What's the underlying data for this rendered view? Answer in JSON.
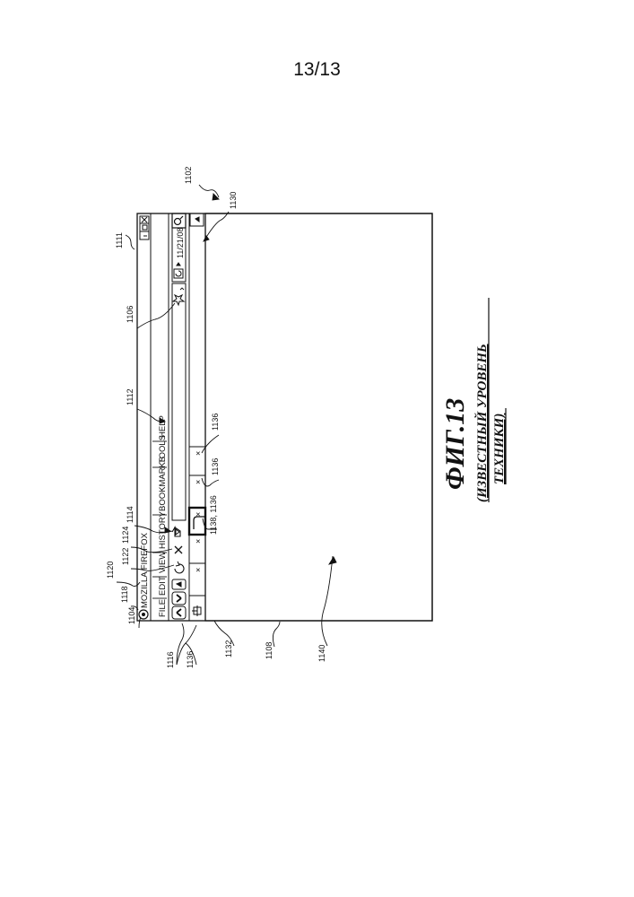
{
  "page_number": "13/13",
  "figure": {
    "caption_title": "ФИГ.13",
    "caption_sub1": "(ИЗВЕСТНЫЙ УРОВЕНЬ",
    "caption_sub2": "ТЕХНИКИ)"
  },
  "browser": {
    "title": "MOZILLA FIREFOX",
    "window_controls": {
      "minimize": "_",
      "maximize": "□",
      "close": "×"
    },
    "menus": [
      "FILE",
      "EDIT",
      "VIEW",
      "HISTORY",
      "BOOKMARKS",
      "TOOLS",
      "HELP"
    ],
    "search_text": "11/21/08",
    "search_engine_icon": "google-g-icon",
    "tab_close": "×"
  },
  "reference_numerals": {
    "r1102": "1102",
    "r1104": "1104",
    "r1106": "1106",
    "r1108": "1108",
    "r1111": "1111",
    "r1112": "1112",
    "r1114": "1114",
    "r1116": "1116",
    "r1118": "1118",
    "r1120": "1120",
    "r1122": "1122",
    "r1124": "1124",
    "r1130": "1130",
    "r1132": "1132",
    "r1136a": "1136",
    "r1136b": "1136",
    "r1136c": "1136",
    "r1136d": "1136",
    "r1138": "1138, 1136",
    "r1140": "1140"
  },
  "colors": {
    "ink": "#111111",
    "paper": "#ffffff"
  }
}
